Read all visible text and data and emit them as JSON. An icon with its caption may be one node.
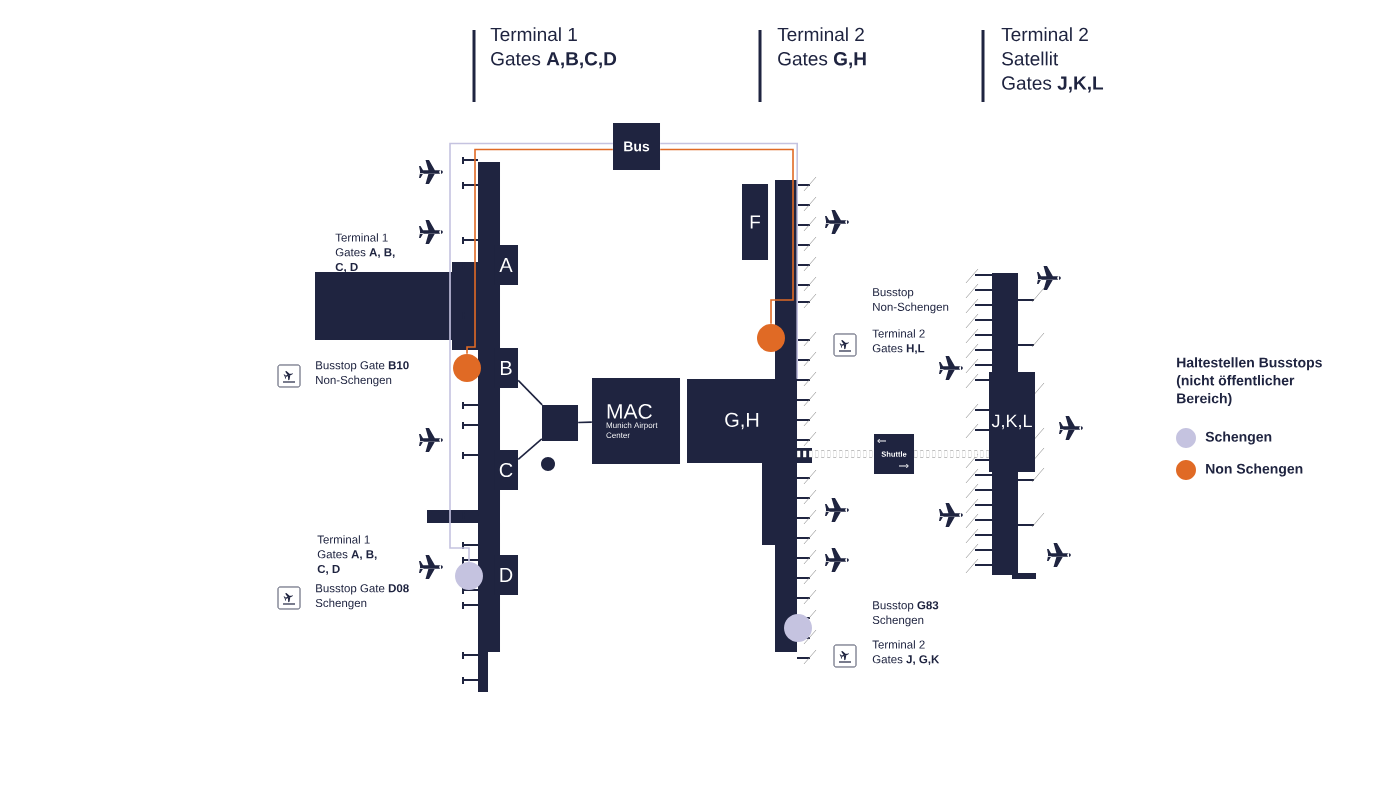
{
  "diagram": {
    "nodes": [
      {
        "text": [
          "A"
        ]
      },
      {
        "text": [
          "B"
        ]
      },
      {
        "text": [
          "C"
        ]
      },
      {
        "text": [
          "D"
        ]
      },
      {
        "text": [
          "Bus"
        ]
      },
      {
        "text": [
          "F"
        ]
      },
      {
        "text": [],
        "shape": "box"
      },
      {
        "text": [
          "MAC",
          "Munich Airport Center"
        ]
      },
      {
        "text": [
          "G,H"
        ]
      },
      {
        "text": [
          "Shuttle"
        ]
      },
      {
        "text": [
          "J,K,L"
        ]
      },
      {
        "text": [],
        "shape": "circle"
      },
      {
        "text": [],
        "shape": "circle"
      },
      {
        "text": [],
        "shape": "circle"
      },
      {
        "text": [],
        "shape": "circle"
      }
    ],
    "edges": [
      {
        "from": 1,
        "to": 6,
        "arrow": "none"
      },
      {
        "from": 2,
        "to": 6,
        "arrow": "none"
      },
      {
        "from": 6,
        "to": 7,
        "arrow": "none"
      },
      {
        "from": 11,
        "to": 4,
        "arrow": "none",
        "color": "#e06a25"
      },
      {
        "from": 4,
        "to": 13,
        "arrow": "none",
        "color": "#e06a25"
      },
      {
        "from": 12,
        "to": 4,
        "arrow": "none",
        "color": "#c5c3e0"
      },
      {
        "from": 4,
        "to": 8,
        "arrow": "none",
        "color": "#c5c3e0"
      },
      {
        "from": 8,
        "to": 9,
        "arrow": "none",
        "style": "dashed",
        "color": "#808080"
      },
      {
        "from": 9,
        "to": 10,
        "arrow": "none",
        "style": "dashed",
        "color": "#808080"
      }
    ],
    "labels": [
      "Terminal 1 Gates **A,B,C,D**",
      "Terminal 2 Gates **G,H**",
      "Terminal 2 Satellit Gates **J,K,L**",
      "Terminal 1 Gates **A, B, C, D**",
      "Busstop Non-Schengen",
      "Terminal 2 Gates **H,L**",
      "Haltestellen Busstops (nicht öffentlicher Bereich)",
      "Busstop Gate **B10** Non-Schengen",
      "Terminal 1 Gates **A, B, C, D**",
      "Busstop Gate **D08** Schengen",
      "Busstop **G83** Schengen",
      "Terminal 2 Gates **J, G,K**"
    ],
    "legend": [
      {
        "text": "Schengen",
        "color": "#c5c3e0"
      },
      {
        "text": "Non Schengen",
        "color": "#e06a25"
      }
    ]
  }
}
